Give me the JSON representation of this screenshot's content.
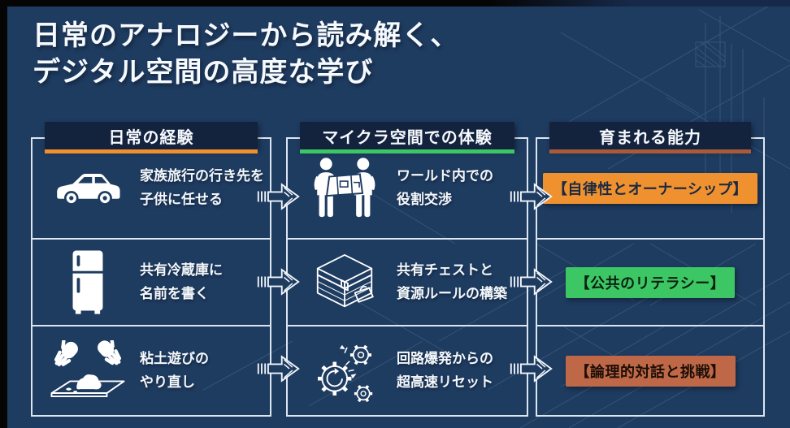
{
  "page": {
    "title_line1": "日常のアナロジーから読み解く、",
    "title_line2": "デジタル空間の高度な学び"
  },
  "columns": [
    {
      "id": "daily",
      "header": "日常の経験",
      "accent": "#ef8f2e"
    },
    {
      "id": "minecraft",
      "header": "マイクラ空間での体験",
      "accent": "#3cc764"
    },
    {
      "id": "ability",
      "header": "育まれる能力",
      "accent": "#a95a38"
    }
  ],
  "rows": [
    {
      "daily": {
        "icon": "car-icon",
        "line1": "家族旅行の行き先を",
        "line2": "子供に任せる"
      },
      "minecraft": {
        "icon": "people-with-map-icon",
        "line1": "ワールド内での",
        "line2": "役割交渉"
      },
      "ability": {
        "label": "【自律性とオーナーシップ】",
        "bg": "#f09130",
        "fg": "#1b2a42"
      }
    },
    {
      "daily": {
        "icon": "refrigerator-icon",
        "line1": "共有冷蔵庫に",
        "line2": "名前を書く"
      },
      "minecraft": {
        "icon": "treasure-chest-icon",
        "line1": "共有チェストと",
        "line2": "資源ルールの構築"
      },
      "ability": {
        "label": "【公共のリテラシー】",
        "bg": "#3cc764",
        "fg": "#0c2012"
      }
    },
    {
      "daily": {
        "icon": "clay-hands-icon",
        "line1": "粘土遊びの",
        "line2": "やり直し"
      },
      "minecraft": {
        "icon": "gears-reset-icon",
        "line1": "回路爆発からの",
        "line2": "超高速リセット"
      },
      "ability": {
        "label": "【論理的対話と挑戦】",
        "bg": "#bf6848",
        "fg": "#1c0e06"
      }
    }
  ]
}
